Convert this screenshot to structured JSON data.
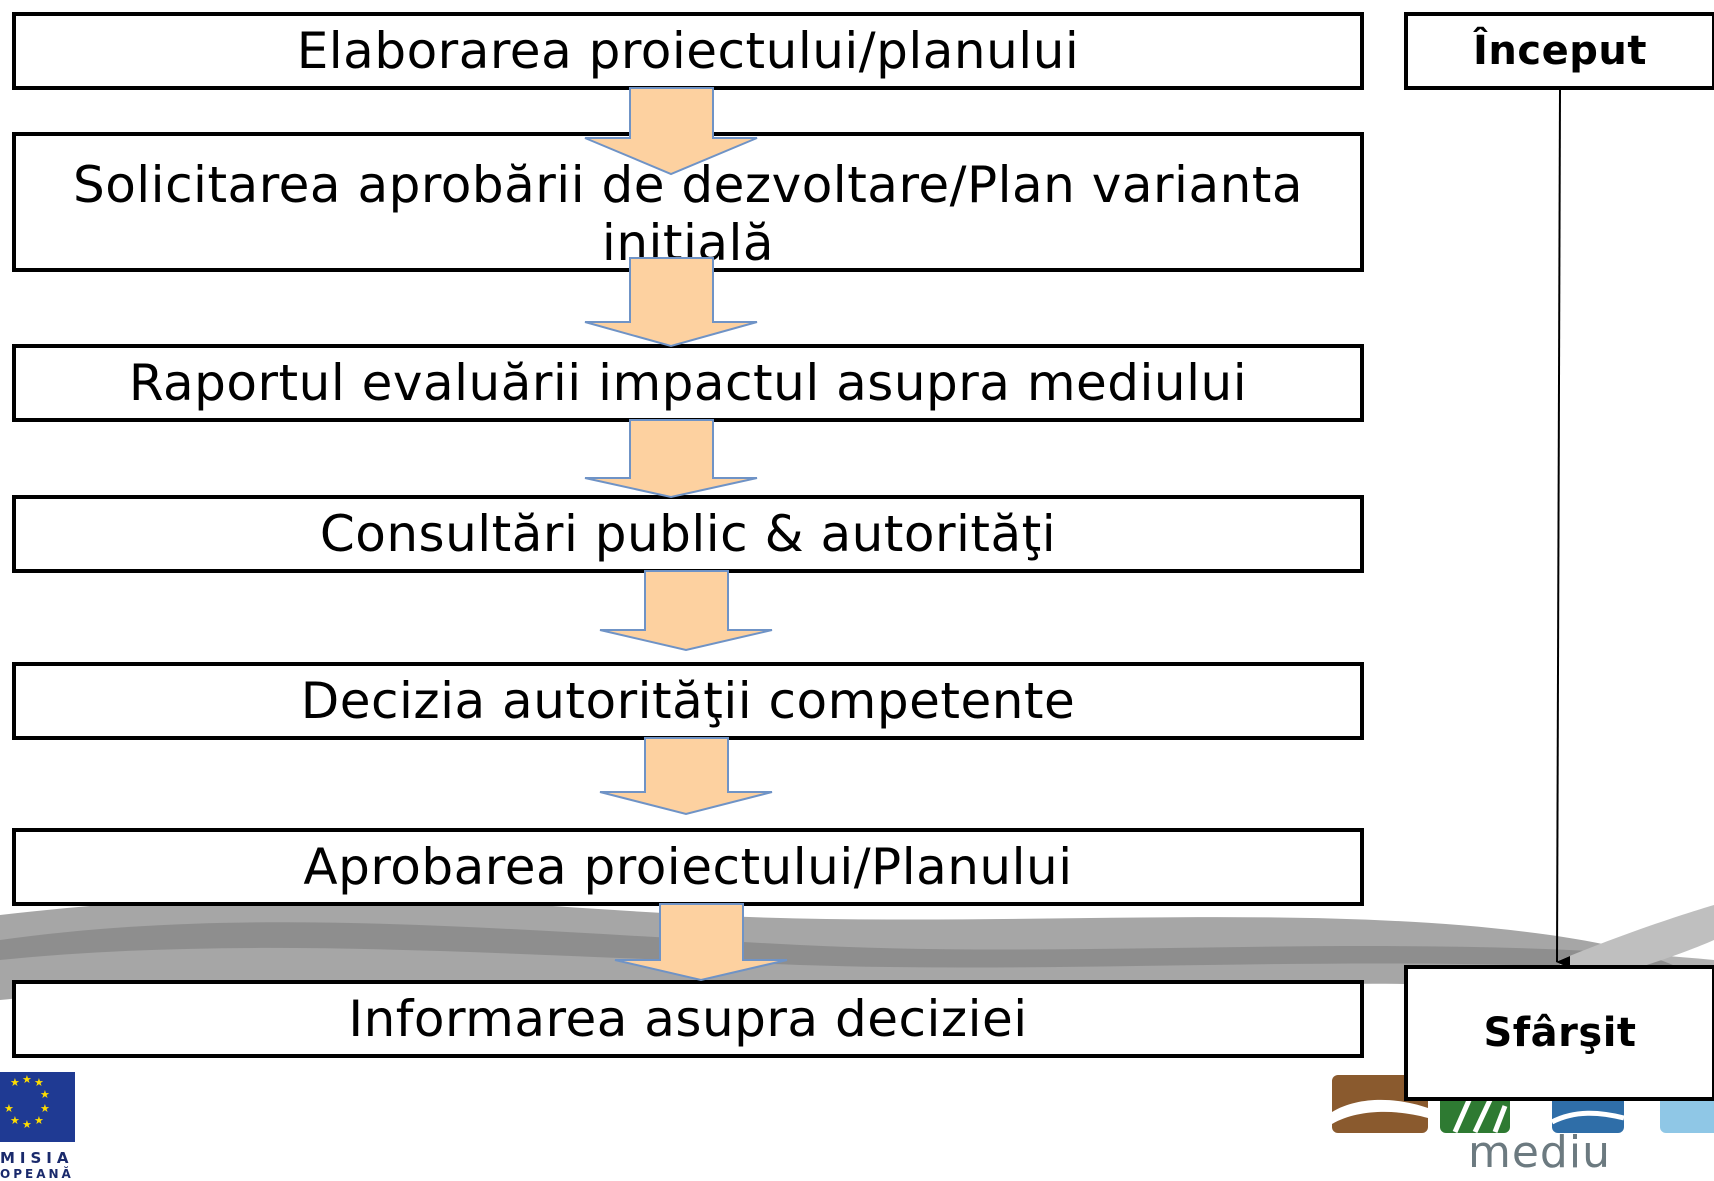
{
  "steps": [
    {
      "text": "Elaborarea proiectului/planului"
    },
    {
      "line1": "Solicitarea aprobării de dezvoltare/Plan varianta",
      "line2": "initială"
    },
    {
      "text": "Raportul evaluării impactul asupra mediului"
    },
    {
      "text": "Consultări public & autorităţi"
    },
    {
      "text": "Decizia autorităţii competente"
    },
    {
      "text": "Aprobarea proiectului/Planului"
    },
    {
      "text": "Informarea asupra deciziei"
    }
  ],
  "side": {
    "start": "Început",
    "end": "Sfârşit"
  },
  "logos": {
    "eu_line1": "MISIA",
    "eu_line2": "OPEANĂ",
    "mediu": "mediu"
  },
  "colors": {
    "arrow_fill": "#fdd1a0",
    "arrow_stroke": "#6f93c6",
    "eu_blue": "#1f3a93",
    "eu_star": "#ffdd00",
    "wave_gray": "#a6a6a6"
  }
}
